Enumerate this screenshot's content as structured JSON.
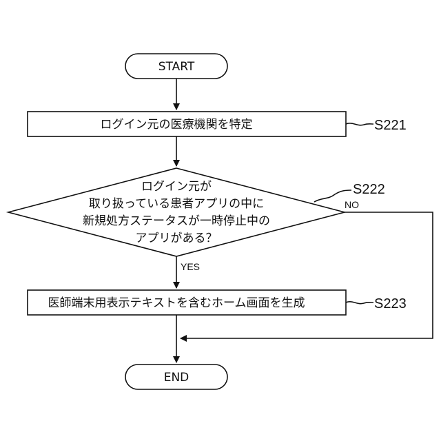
{
  "start": {
    "label": "START"
  },
  "end": {
    "label": "END"
  },
  "steps": {
    "s221": {
      "id": "S221",
      "label": "ログイン元の医療機関を特定"
    },
    "s222": {
      "id": "S222",
      "lines": [
        "ログイン元が",
        "取り扱っている患者アプリの中に",
        "新規処方ステータスが一時停止中の",
        "アプリがある？"
      ],
      "yes_label": "YES",
      "no_label": "NO"
    },
    "s223": {
      "id": "S223",
      "label": "医師端末用表示テキストを含むホーム画面を生成"
    }
  }
}
